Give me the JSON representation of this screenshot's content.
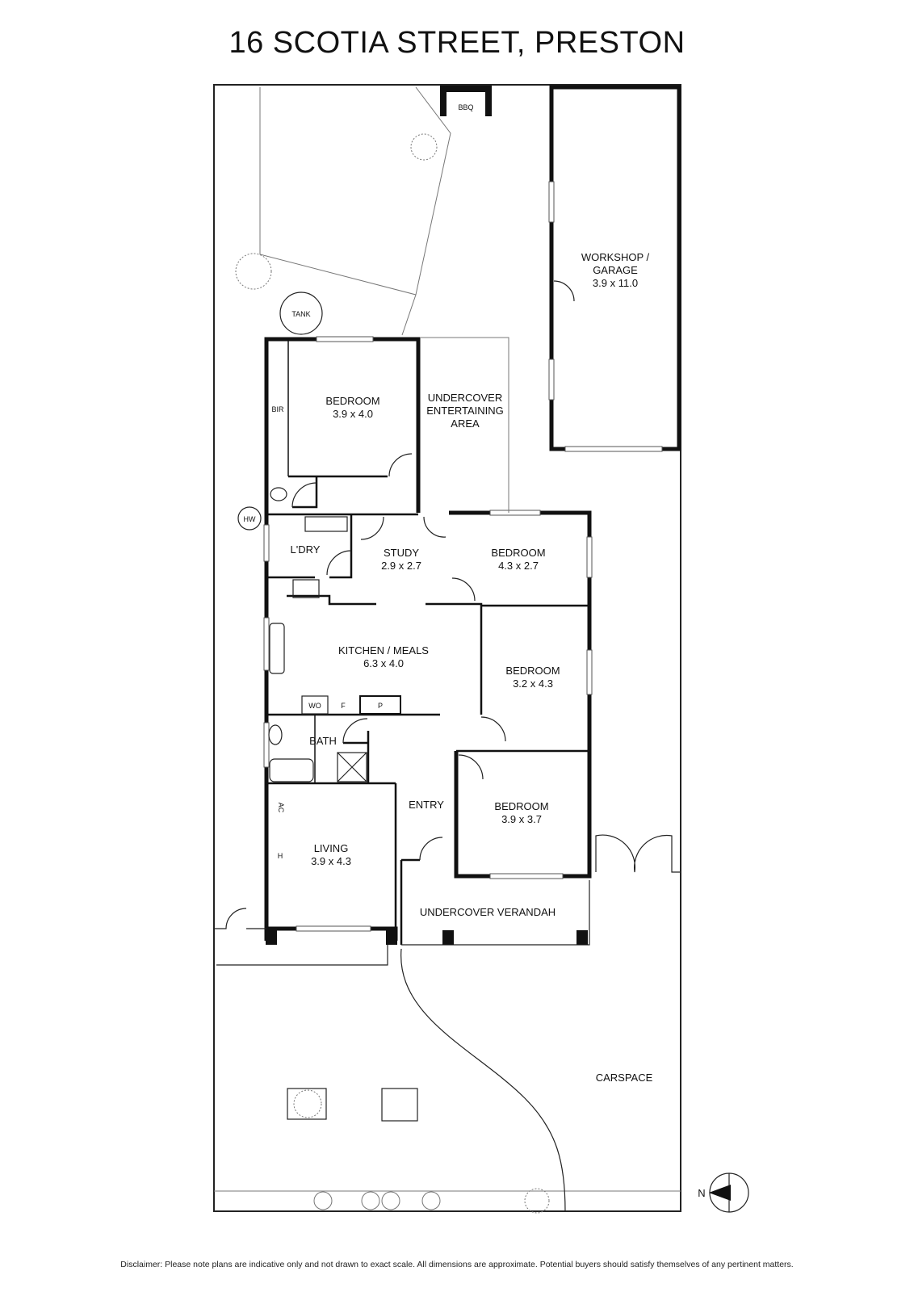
{
  "title": "16 SCOTIA STREET, PRESTON",
  "disclaimer": "Disclaimer: Please note plans are indicative only and not drawn to exact scale. All dimensions are approximate. Potential buyers should satisfy themselves of any pertinent matters.",
  "rooms": {
    "garage": {
      "name_1": "WORKSHOP /",
      "name_2": "GARAGE",
      "dims": "3.9 x 11.0"
    },
    "bedroom_rear": {
      "name": "BEDROOM",
      "dims": "3.9 x 4.0"
    },
    "entertaining": {
      "name_1": "UNDERCOVER",
      "name_2": "ENTERTAINING",
      "name_3": "AREA"
    },
    "study": {
      "name": "STUDY",
      "dims": "2.9 x 2.7"
    },
    "bedroom_2": {
      "name": "BEDROOM",
      "dims": "4.3 x 2.7"
    },
    "laundry": {
      "name": "L'DRY"
    },
    "kitchen": {
      "name": "KITCHEN / MEALS",
      "dims": "6.3 x 4.0"
    },
    "bedroom_3": {
      "name": "BEDROOM",
      "dims": "3.2 x 4.3"
    },
    "bath": {
      "name": "BATH"
    },
    "entry": {
      "name": "ENTRY"
    },
    "bedroom_4": {
      "name": "BEDROOM",
      "dims": "3.9 x 3.7"
    },
    "living": {
      "name": "LIVING",
      "dims": "3.9 x 4.3"
    },
    "verandah": {
      "name": "UNDERCOVER VERANDAH"
    },
    "carspace": {
      "name": "CARSPACE"
    }
  },
  "fixtures": {
    "bbq": "BBQ",
    "tank": "TANK",
    "hw": "HW",
    "bir": "BIR",
    "wo": "WO",
    "f": "F",
    "p": "P",
    "ac": "AC",
    "h": "H"
  },
  "compass": {
    "label": "N"
  }
}
